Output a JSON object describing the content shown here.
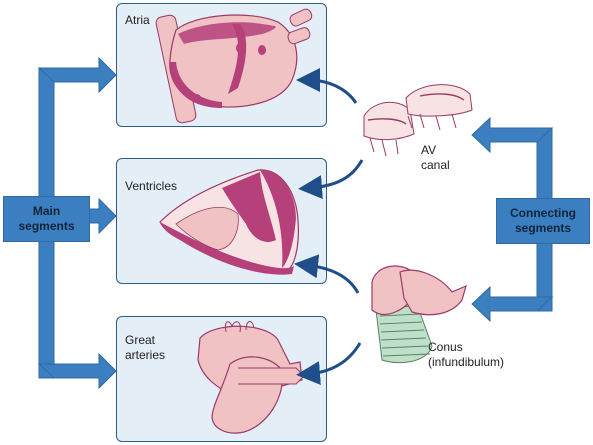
{
  "panels": {
    "atria": {
      "label": "Atria"
    },
    "ventricles": {
      "label": "Ventricles"
    },
    "great_arteries": {
      "label": "Great\narteries"
    }
  },
  "main_segments": {
    "label": "Main\nsegments"
  },
  "connecting_segments": {
    "label": "Connecting\nsegments"
  },
  "structures": {
    "av_canal": {
      "label": "AV\ncanal"
    },
    "conus": {
      "label": "Conus\n(infundibulum)"
    }
  },
  "colors": {
    "panel_fill": "#e3eef7",
    "panel_border": "#2f5d86",
    "segment_blue": "#3c7fc1",
    "arrow_dark": "#1f4e8a",
    "tissue_pink": "#f0c2c4",
    "tissue_magenta": "#b5407a",
    "conus_green": "#bfe0c8"
  }
}
